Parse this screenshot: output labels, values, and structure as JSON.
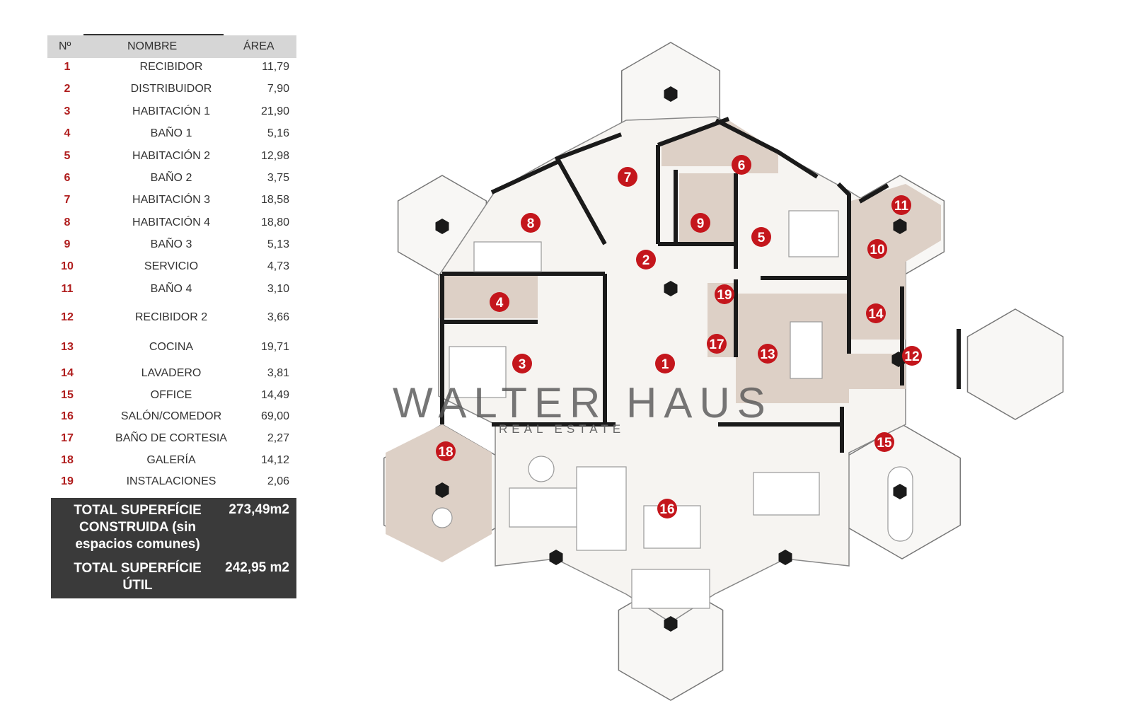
{
  "table": {
    "headers": {
      "num": "Nº",
      "name": "NOMBRE",
      "area": "ÁREA"
    },
    "rows": [
      {
        "num": "1",
        "name": "RECIBIDOR",
        "area": "11,79"
      },
      {
        "num": "2",
        "name": "DISTRIBUIDOR",
        "area": "7,90"
      },
      {
        "num": "3",
        "name": "HABITACIÓN 1",
        "area": "21,90"
      },
      {
        "num": "4",
        "name": "BAÑO 1",
        "area": "5,16"
      },
      {
        "num": "5",
        "name": "HABITACIÓN 2",
        "area": "12,98"
      },
      {
        "num": "6",
        "name": "BAÑO 2",
        "area": "3,75"
      },
      {
        "num": "7",
        "name": "HABITACIÓN 3",
        "area": "18,58"
      },
      {
        "num": "8",
        "name": "HABITACIÓN 4",
        "area": "18,80"
      },
      {
        "num": "9",
        "name": "BAÑO 3",
        "area": "5,13"
      },
      {
        "num": "10",
        "name": "SERVICIO",
        "area": "4,73"
      },
      {
        "num": "11",
        "name": "BAÑO 4",
        "area": "3,10"
      },
      {
        "num": "12",
        "name": "RECIBIDOR 2",
        "area": "3,66"
      },
      {
        "num": "13",
        "name": "COCINA",
        "area": "19,71"
      },
      {
        "num": "14",
        "name": "LAVADERO",
        "area": "3,81"
      },
      {
        "num": "15",
        "name": "OFFICE",
        "area": "14,49"
      },
      {
        "num": "16",
        "name": "SALÓN/COMEDOR",
        "area": "69,00"
      },
      {
        "num": "17",
        "name": "BAÑO DE CORTESIA",
        "area": "2,27"
      },
      {
        "num": "18",
        "name": "GALERÍA",
        "area": "14,12"
      },
      {
        "num": "19",
        "name": "INSTALACIONES",
        "area": "2,06"
      }
    ],
    "totals": {
      "built_label_1": "TOTAL SUPERFÍCIE",
      "built_label_2": "CONSTRUIDA (sin",
      "built_label_3": "espacios comunes)",
      "built_value": "273,49m2",
      "useful_label_1": "TOTAL SUPERFÍCIE",
      "useful_label_2": "ÚTIL",
      "useful_value": "242,95 m2"
    }
  },
  "watermark": {
    "brand": "WALTER HAUS",
    "tagline": "REAL ESTATE"
  },
  "colors": {
    "marker": "#c4161c",
    "wet_room": "#ddd0c6",
    "wall": "#1a1a1a",
    "totals_bg": "#3a3a3a"
  }
}
